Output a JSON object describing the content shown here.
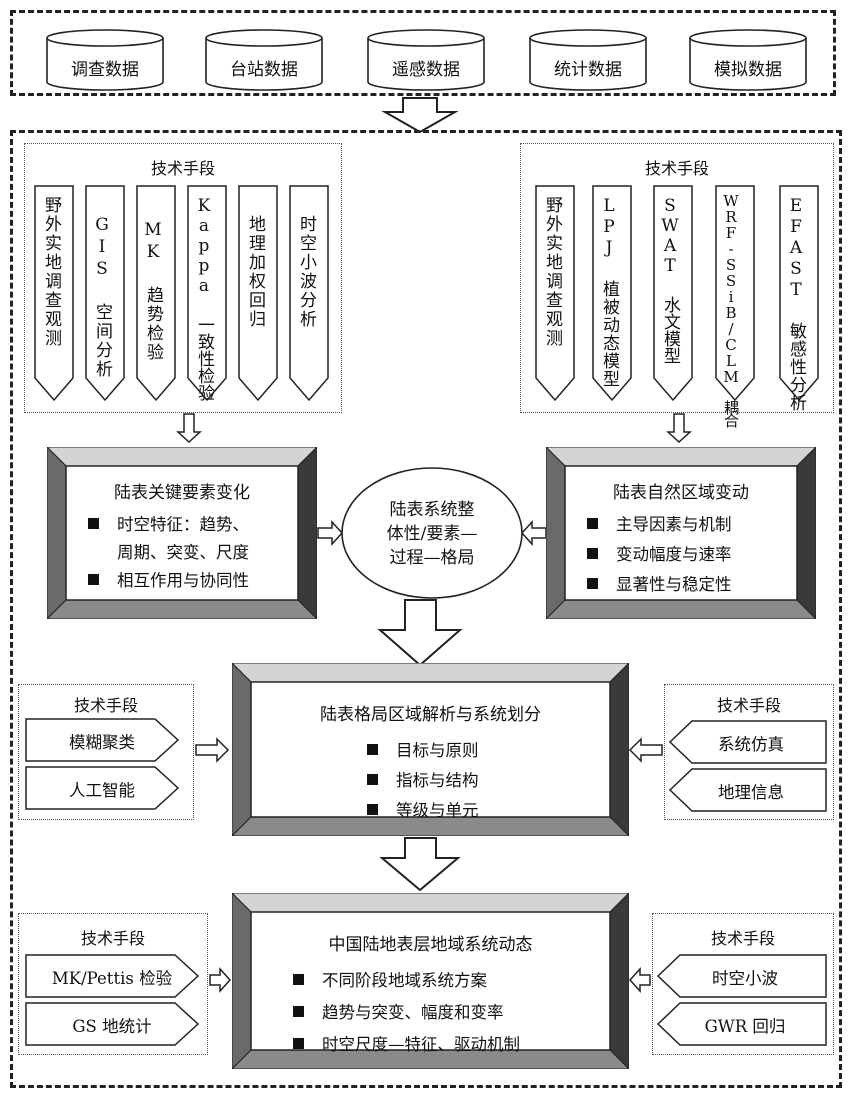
{
  "data_sources": [
    "调查数据",
    "台站数据",
    "遥感数据",
    "统计数据",
    "模拟数据"
  ],
  "left_methods": {
    "title": "技术手段",
    "items": [
      "野外实地调查观测",
      "GIS 空间分析",
      "MK 趋势检验",
      "Kappa 一致性检验",
      "地理加权回归",
      "时空小波分析"
    ]
  },
  "right_methods": {
    "title": "技术手段",
    "items": [
      "野外实地调查观测",
      "LPJ 植被动态模型",
      "SWAT 水文模型",
      "WRF-SSiB/CLM 耦合",
      "EFAST 敏感性分析"
    ]
  },
  "left_panel": {
    "title": "陆表关键要素变化",
    "lines": [
      "时空特征：趋势、",
      "周期、突变、尺度",
      "相互作用与协同性"
    ]
  },
  "center_oval": {
    "lines": [
      "陆表系统整",
      "体性/要素—",
      "过程—格局"
    ]
  },
  "right_panel": {
    "title": "陆表自然区域变动",
    "items": [
      "主导因素与机制",
      "变动幅度与速率",
      "显著性与稳定性"
    ]
  },
  "middle_panel": {
    "title": "陆表格局区域解析与系统划分",
    "items": [
      "目标与原则",
      "指标与结构",
      "等级与单元"
    ]
  },
  "mid_left_methods": {
    "title": "技术手段",
    "items": [
      "模糊聚类",
      "人工智能"
    ]
  },
  "mid_right_methods": {
    "title": "技术手段",
    "items": [
      "系统仿真",
      "地理信息"
    ]
  },
  "bottom_panel": {
    "title": "中国陆地表层地域系统动态",
    "items": [
      "不同阶段地域系统方案",
      "趋势与突变、幅度和变率",
      "时空尺度—特征、驱动机制"
    ]
  },
  "bottom_left_methods": {
    "title": "技术手段",
    "items": [
      "MK/Pettis 检验",
      "GS 地统计"
    ]
  },
  "bottom_right_methods": {
    "title": "技术手段",
    "items": [
      "时空小波",
      "GWR 回归"
    ]
  }
}
